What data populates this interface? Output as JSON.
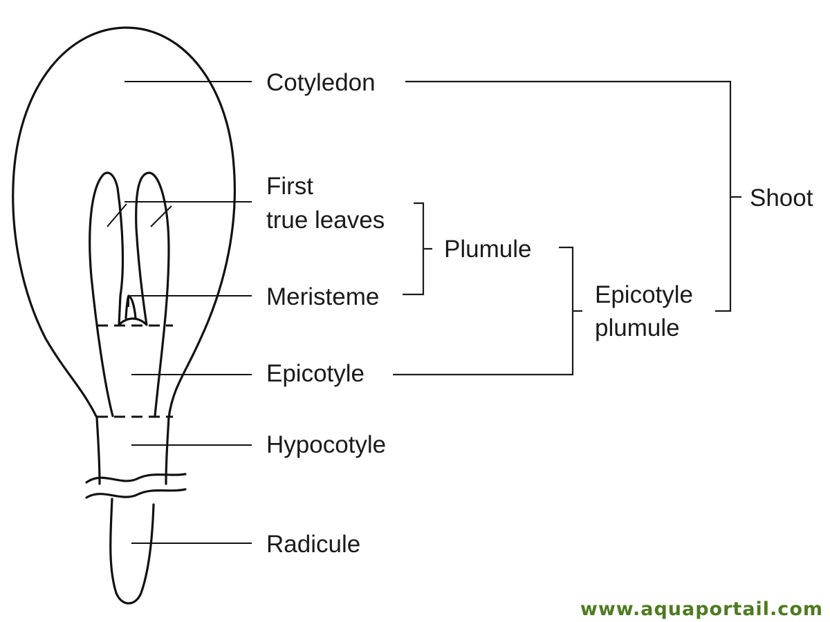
{
  "labels": {
    "cotyledon": "Cotyledon",
    "first_true_leaves_line1": "First",
    "first_true_leaves_line2": "true leaves",
    "meristeme": "Meristeme",
    "epicotyle": "Epicotyle",
    "hypocotyle": "Hypocotyle",
    "radicule": "Radicule",
    "plumule": "Plumule",
    "epicotyle_plumule_line1": "Epicotyle",
    "epicotyle_plumule_line2": "plumule",
    "shoot": "Shoot"
  },
  "watermark": "www.aquaportail.com",
  "colors": {
    "line": "#111111",
    "watermark": "#4f7a22"
  }
}
